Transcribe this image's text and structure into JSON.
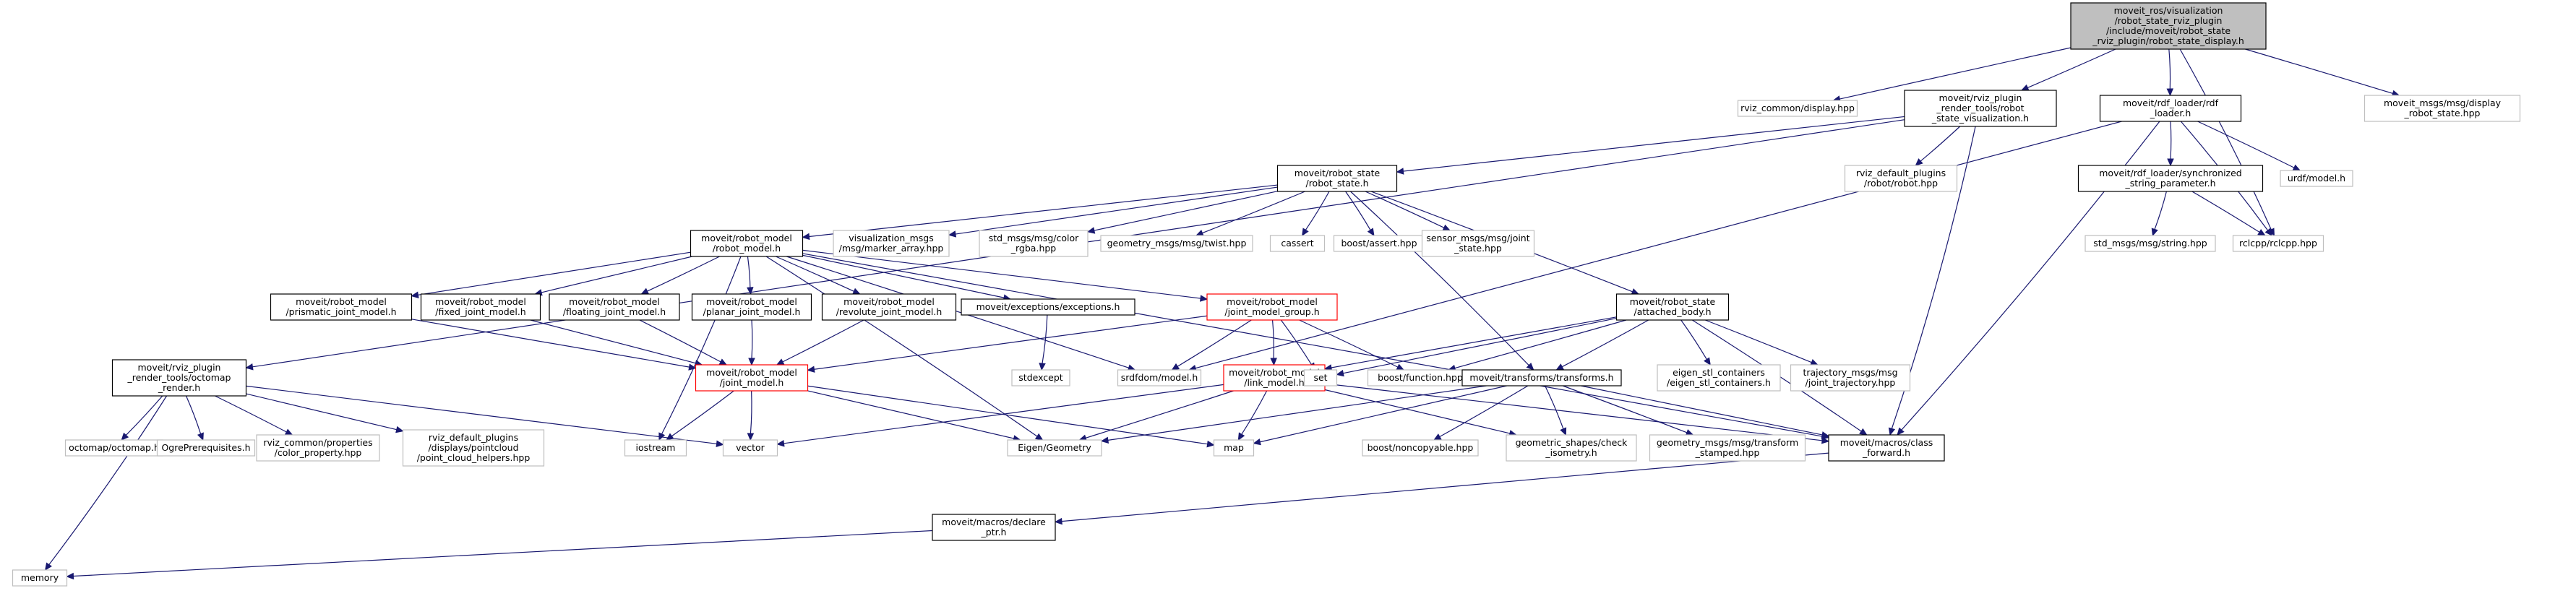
{
  "colors": {
    "root_fill": "#bfbfbf",
    "normal_border": "#000000",
    "external_border": "#bfbfbf",
    "truncated_border": "#ff0000",
    "edge": "#191970",
    "text": "#000000"
  },
  "nodes": [
    {
      "id": "root",
      "lines": [
        "moveit_ros/visualization",
        "/robot_state_rviz_plugin",
        "/include/moveit/robot_state",
        "_rviz_plugin/robot_state_display.h"
      ],
      "kind": "root"
    },
    {
      "id": "rviz_display",
      "lines": [
        "rviz_common/display.hpp"
      ],
      "kind": "external"
    },
    {
      "id": "rsv",
      "lines": [
        "moveit/rviz_plugin",
        "_render_tools/robot",
        "_state_visualization.h"
      ],
      "kind": "normal"
    },
    {
      "id": "rdf_loader",
      "lines": [
        "moveit/rdf_loader/rdf",
        "_loader.h"
      ],
      "kind": "normal"
    },
    {
      "id": "display_robot_state",
      "lines": [
        "moveit_msgs/msg/display",
        "_robot_state.hpp"
      ],
      "kind": "external"
    },
    {
      "id": "rviz_robot",
      "lines": [
        "rviz_default_plugins",
        "/robot/robot.hpp"
      ],
      "kind": "external"
    },
    {
      "id": "sync_string",
      "lines": [
        "moveit/rdf_loader/synchronized",
        "_string_parameter.h"
      ],
      "kind": "normal"
    },
    {
      "id": "urdf_model",
      "lines": [
        "urdf/model.h"
      ],
      "kind": "external"
    },
    {
      "id": "robot_state",
      "lines": [
        "moveit/robot_state",
        "/robot_state.h"
      ],
      "kind": "normal"
    },
    {
      "id": "std_string",
      "lines": [
        "std_msgs/msg/string.hpp"
      ],
      "kind": "external"
    },
    {
      "id": "rclcpp",
      "lines": [
        "rclcpp/rclcpp.hpp"
      ],
      "kind": "external"
    },
    {
      "id": "robot_model",
      "lines": [
        "moveit/robot_model",
        "/robot_model.h"
      ],
      "kind": "normal"
    },
    {
      "id": "marker_array",
      "lines": [
        "visualization_msgs",
        "/msg/marker_array.hpp"
      ],
      "kind": "external"
    },
    {
      "id": "color_rgba",
      "lines": [
        "std_msgs/msg/color",
        "_rgba.hpp"
      ],
      "kind": "external"
    },
    {
      "id": "twist",
      "lines": [
        "geometry_msgs/msg/twist.hpp"
      ],
      "kind": "external"
    },
    {
      "id": "cassert",
      "lines": [
        "cassert"
      ],
      "kind": "external"
    },
    {
      "id": "boost_assert",
      "lines": [
        "boost/assert.hpp"
      ],
      "kind": "external"
    },
    {
      "id": "joint_state",
      "lines": [
        "sensor_msgs/msg/joint",
        "_state.hpp"
      ],
      "kind": "external"
    },
    {
      "id": "prismatic",
      "lines": [
        "moveit/robot_model",
        "/prismatic_joint_model.h"
      ],
      "kind": "normal"
    },
    {
      "id": "fixed",
      "lines": [
        "moveit/robot_model",
        "/fixed_joint_model.h"
      ],
      "kind": "normal"
    },
    {
      "id": "floating",
      "lines": [
        "moveit/robot_model",
        "/floating_joint_model.h"
      ],
      "kind": "normal"
    },
    {
      "id": "planar",
      "lines": [
        "moveit/robot_model",
        "/planar_joint_model.h"
      ],
      "kind": "normal"
    },
    {
      "id": "revolute",
      "lines": [
        "moveit/robot_model",
        "/revolute_joint_model.h"
      ],
      "kind": "normal"
    },
    {
      "id": "exceptions",
      "lines": [
        "moveit/exceptions/exceptions.h"
      ],
      "kind": "normal"
    },
    {
      "id": "jmg",
      "lines": [
        "moveit/robot_model",
        "/joint_model_group.h"
      ],
      "kind": "truncated"
    },
    {
      "id": "attached_body",
      "lines": [
        "moveit/robot_state",
        "/attached_body.h"
      ],
      "kind": "normal"
    },
    {
      "id": "octomap_render",
      "lines": [
        "moveit/rviz_plugin",
        "_render_tools/octomap",
        "_render.h"
      ],
      "kind": "normal"
    },
    {
      "id": "stdexcept",
      "lines": [
        "stdexcept"
      ],
      "kind": "external"
    },
    {
      "id": "srdfdom",
      "lines": [
        "srdfdom/model.h"
      ],
      "kind": "external"
    },
    {
      "id": "joint_model",
      "lines": [
        "moveit/robot_model",
        "/joint_model.h"
      ],
      "kind": "truncated"
    },
    {
      "id": "link_model",
      "lines": [
        "moveit/robot_model",
        "/link_model.h"
      ],
      "kind": "truncated"
    },
    {
      "id": "set",
      "lines": [
        "set"
      ],
      "kind": "external"
    },
    {
      "id": "boost_function",
      "lines": [
        "boost/function.hpp"
      ],
      "kind": "external"
    },
    {
      "id": "transforms",
      "lines": [
        "moveit/transforms/transforms.h"
      ],
      "kind": "normal"
    },
    {
      "id": "eigen_stl",
      "lines": [
        "eigen_stl_containers",
        "/eigen_stl_containers.h"
      ],
      "kind": "external"
    },
    {
      "id": "traj",
      "lines": [
        "trajectory_msgs/msg",
        "/joint_trajectory.hpp"
      ],
      "kind": "external"
    },
    {
      "id": "octomap",
      "lines": [
        "octomap/octomap.h"
      ],
      "kind": "external"
    },
    {
      "id": "ogre",
      "lines": [
        "OgrePrerequisites.h"
      ],
      "kind": "external"
    },
    {
      "id": "color_prop",
      "lines": [
        "rviz_common/properties",
        "/color_property.hpp"
      ],
      "kind": "external"
    },
    {
      "id": "pc_helpers",
      "lines": [
        "rviz_default_plugins",
        "/displays/pointcloud",
        "/point_cloud_helpers.hpp"
      ],
      "kind": "external"
    },
    {
      "id": "iostream",
      "lines": [
        "iostream"
      ],
      "kind": "external"
    },
    {
      "id": "vector",
      "lines": [
        "vector"
      ],
      "kind": "external"
    },
    {
      "id": "eigen_geom",
      "lines": [
        "Eigen/Geometry"
      ],
      "kind": "external"
    },
    {
      "id": "map",
      "lines": [
        "map"
      ],
      "kind": "external"
    },
    {
      "id": "noncopyable",
      "lines": [
        "boost/noncopyable.hpp"
      ],
      "kind": "external"
    },
    {
      "id": "check_iso",
      "lines": [
        "geometric_shapes/check",
        "_isometry.h"
      ],
      "kind": "external"
    },
    {
      "id": "tf_stamped",
      "lines": [
        "geometry_msgs/msg/transform",
        "_stamped.hpp"
      ],
      "kind": "external"
    },
    {
      "id": "class_fwd",
      "lines": [
        "moveit/macros/class",
        "_forward.h"
      ],
      "kind": "normal"
    },
    {
      "id": "declare_ptr",
      "lines": [
        "moveit/macros/declare",
        "_ptr.h"
      ],
      "kind": "normal"
    },
    {
      "id": "memory",
      "lines": [
        "memory"
      ],
      "kind": "external"
    }
  ],
  "edges": [
    [
      "root",
      "rviz_display"
    ],
    [
      "root",
      "rsv"
    ],
    [
      "root",
      "rdf_loader"
    ],
    [
      "root",
      "display_robot_state"
    ],
    [
      "root",
      "rclcpp"
    ],
    [
      "rsv",
      "robot_state"
    ],
    [
      "rsv",
      "rviz_robot"
    ],
    [
      "rsv",
      "octomap_render"
    ],
    [
      "rsv",
      "class_fwd"
    ],
    [
      "rdf_loader",
      "sync_string"
    ],
    [
      "rdf_loader",
      "urdf_model"
    ],
    [
      "rdf_loader",
      "rclcpp"
    ],
    [
      "rdf_loader",
      "srdfdom"
    ],
    [
      "rdf_loader",
      "class_fwd"
    ],
    [
      "sync_string",
      "std_string"
    ],
    [
      "sync_string",
      "rclcpp"
    ],
    [
      "robot_state",
      "robot_model"
    ],
    [
      "robot_state",
      "marker_array"
    ],
    [
      "robot_state",
      "color_rgba"
    ],
    [
      "robot_state",
      "twist"
    ],
    [
      "robot_state",
      "cassert"
    ],
    [
      "robot_state",
      "boost_assert"
    ],
    [
      "robot_state",
      "joint_state"
    ],
    [
      "robot_state",
      "attached_body"
    ],
    [
      "robot_state",
      "transforms"
    ],
    [
      "robot_model",
      "prismatic"
    ],
    [
      "robot_model",
      "fixed"
    ],
    [
      "robot_model",
      "floating"
    ],
    [
      "robot_model",
      "planar"
    ],
    [
      "robot_model",
      "revolute"
    ],
    [
      "robot_model",
      "exceptions"
    ],
    [
      "robot_model",
      "jmg"
    ],
    [
      "robot_model",
      "srdfdom"
    ],
    [
      "robot_model",
      "eigen_geom"
    ],
    [
      "robot_model",
      "iostream"
    ],
    [
      "robot_model",
      "class_fwd"
    ],
    [
      "prismatic",
      "joint_model"
    ],
    [
      "fixed",
      "joint_model"
    ],
    [
      "floating",
      "joint_model"
    ],
    [
      "planar",
      "joint_model"
    ],
    [
      "revolute",
      "joint_model"
    ],
    [
      "exceptions",
      "stdexcept"
    ],
    [
      "jmg",
      "joint_model"
    ],
    [
      "jmg",
      "link_model"
    ],
    [
      "jmg",
      "srdfdom"
    ],
    [
      "jmg",
      "set"
    ],
    [
      "jmg",
      "boost_function"
    ],
    [
      "attached_body",
      "link_model"
    ],
    [
      "attached_body",
      "set"
    ],
    [
      "attached_body",
      "boost_function"
    ],
    [
      "attached_body",
      "transforms"
    ],
    [
      "attached_body",
      "eigen_stl"
    ],
    [
      "attached_body",
      "traj"
    ],
    [
      "attached_body",
      "class_fwd"
    ],
    [
      "octomap_render",
      "octomap"
    ],
    [
      "octomap_render",
      "ogre"
    ],
    [
      "octomap_render",
      "color_prop"
    ],
    [
      "octomap_render",
      "pc_helpers"
    ],
    [
      "octomap_render",
      "vector"
    ],
    [
      "octomap_render",
      "memory"
    ],
    [
      "joint_model",
      "iostream"
    ],
    [
      "joint_model",
      "vector"
    ],
    [
      "joint_model",
      "eigen_geom"
    ],
    [
      "joint_model",
      "map"
    ],
    [
      "link_model",
      "vector"
    ],
    [
      "link_model",
      "eigen_geom"
    ],
    [
      "link_model",
      "map"
    ],
    [
      "link_model",
      "check_iso"
    ],
    [
      "link_model",
      "class_fwd"
    ],
    [
      "transforms",
      "eigen_geom"
    ],
    [
      "transforms",
      "map"
    ],
    [
      "transforms",
      "noncopyable"
    ],
    [
      "transforms",
      "check_iso"
    ],
    [
      "transforms",
      "tf_stamped"
    ],
    [
      "transforms",
      "class_fwd"
    ],
    [
      "class_fwd",
      "declare_ptr"
    ],
    [
      "declare_ptr",
      "memory"
    ]
  ]
}
